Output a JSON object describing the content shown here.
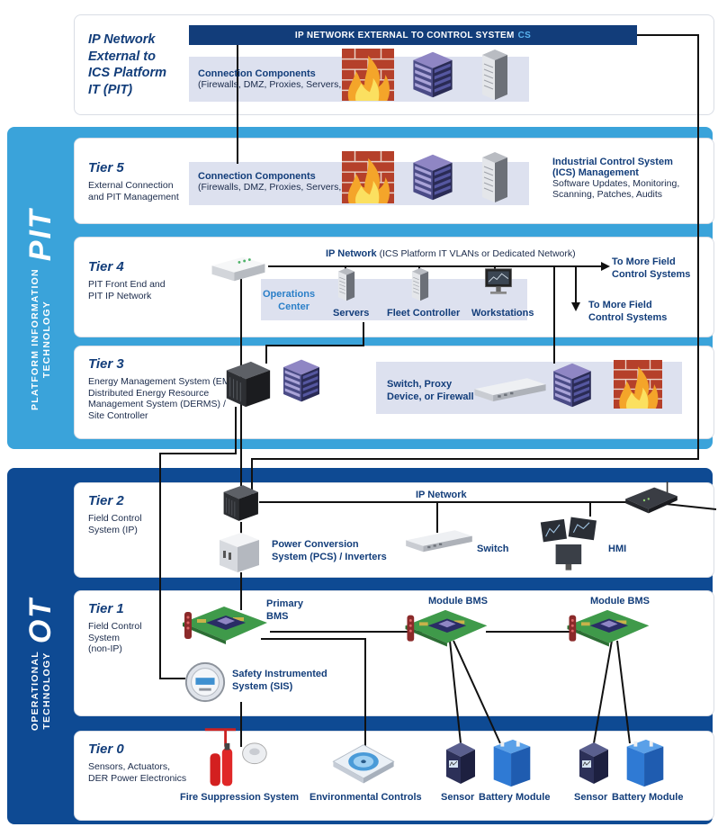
{
  "external": {
    "title_lines": [
      "IP Network",
      "External to",
      "ICS Platform",
      "IT (PIT)"
    ],
    "banner": "IP NETWORK EXTERNAL TO CONTROL SYSTEM",
    "banner_cs": "CS",
    "components_title": "Connection Components",
    "components_sub": "(Firewalls, DMZ, Proxies, Servers, etc.)"
  },
  "pit_band": {
    "label_small_1": "PLATFORM INFORMATION",
    "label_small_2": "TECHNOLOGY",
    "label_big": "PIT"
  },
  "ot_band": {
    "label_small_1": "OPERATIONAL",
    "label_small_2": "TECHNOLOGY",
    "label_big": "OT"
  },
  "tier5": {
    "title": "Tier 5",
    "desc_lines": [
      "External Connection",
      "and PIT Management"
    ],
    "components_title": "Connection Components",
    "components_sub": "(Firewalls, DMZ, Proxies, Servers, etc.)",
    "ics_lines": [
      "Industrial Control System",
      "(ICS) Management"
    ],
    "ics_sub_lines": [
      "Software Updates, Monitoring,",
      "Scanning, Patches, Audits"
    ]
  },
  "tier4": {
    "title": "Tier 4",
    "desc_lines": [
      "PIT Front End and",
      "PIT IP Network"
    ],
    "network_bold": "IP Network",
    "network_rest": " (ICS Platform IT VLANs or Dedicated Network)",
    "ops_lines": [
      "Operations",
      "Center"
    ],
    "servers": "Servers",
    "fleet": "Fleet Controller",
    "workstations": "Workstations",
    "more1_lines": [
      "To More Field",
      "Control Systems"
    ],
    "more2_lines": [
      "To More Field",
      "Control Systems"
    ]
  },
  "tier3": {
    "title": "Tier 3",
    "desc_lines": [
      "Energy Management System (EMS) /",
      "Distributed Energy Resource",
      "Management System (DERMS) /",
      "Site Controller"
    ],
    "switch_lines": [
      "Switch, Proxy",
      "Device, or Firewall"
    ]
  },
  "tier2": {
    "title": "Tier 2",
    "desc_lines": [
      "Field Control",
      "System (IP)"
    ],
    "ip_network": "IP Network",
    "pcs_lines": [
      "Power Conversion",
      "System (PCS) / Inverters"
    ],
    "switch": "Switch",
    "hmi": "HMI"
  },
  "tier1": {
    "title": "Tier 1",
    "desc_lines": [
      "Field Control",
      "System",
      "(non-IP)"
    ],
    "primary_lines": [
      "Primary",
      "BMS"
    ],
    "module_bms_1": "Module BMS",
    "module_bms_2": "Module BMS",
    "sis_lines": [
      "Safety Instrumented",
      "System (SIS)"
    ]
  },
  "tier0": {
    "title": "Tier 0",
    "desc_lines": [
      "Sensors, Actuators,",
      "DER Power Electronics"
    ],
    "fire": "Fire Suppression System",
    "env": "Environmental Controls",
    "sensor1": "Sensor",
    "battery1": "Battery Module",
    "sensor2": "Sensor",
    "battery2": "Battery Module"
  },
  "colors": {
    "navy": "#123d7a",
    "pit_blue": "#3aa3da",
    "ot_blue": "#0e4a93",
    "shade": "#dde1ef",
    "line": "#111111"
  },
  "icons": [
    "firewall-icon",
    "server-rack-icon",
    "server-tower-icon",
    "network-switch-icon",
    "router-icon",
    "workstation-icon",
    "hmi-icon",
    "circuit-board-icon",
    "meter-icon",
    "fire-extinguisher-icon",
    "fan-icon",
    "sensor-icon",
    "battery-icon"
  ]
}
